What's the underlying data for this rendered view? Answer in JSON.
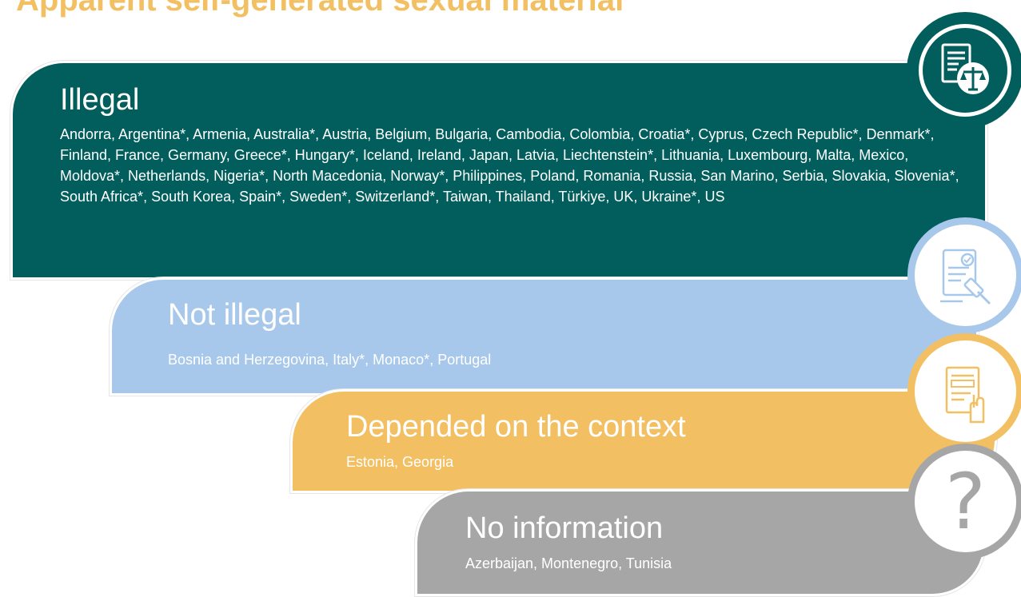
{
  "title": "Apparent self-generated sexual material",
  "categories": [
    {
      "heading": "Illegal",
      "countries": "Andorra, Argentina*, Armenia, Australia*, Austria, Belgium, Bulgaria, Cambodia, Colombia, Croatia*, Cyprus, Czech Republic*, Denmark*, Finland, France, Germany, Greece*, Hungary*, Iceland, Ireland, Japan, Latvia, Liechtenstein*, Lithuania, Luxembourg, Malta, Mexico, Moldova*, Netherlands, Nigeria*, North Macedonia, Norway*, Philippines, Poland, Romania, Russia, San Marino, Serbia, Slovakia, Slovenia*, South Africa*, South Korea, Spain*, Sweden*, Switzerland*, Taiwan, Thailand, Türkiye, UK, Ukraine*, US",
      "color": "#015e5c",
      "icon": "law-document-scales-icon"
    },
    {
      "heading": "Not illegal",
      "countries": "Bosnia and Herzegovina, Italy*, Monaco*, Portugal",
      "color": "#a7c8ea",
      "icon": "legal-document-gavel-icon"
    },
    {
      "heading": "Depended on the context",
      "countries": "Estonia, Georgia",
      "color": "#f2c062",
      "icon": "document-hand-icon"
    },
    {
      "heading": "No information",
      "countries": "Azerbaijan, Montenegro, Tunisia",
      "color": "#a6a6a6",
      "icon": "question-mark-icon",
      "icon_glyph": "?"
    }
  ]
}
